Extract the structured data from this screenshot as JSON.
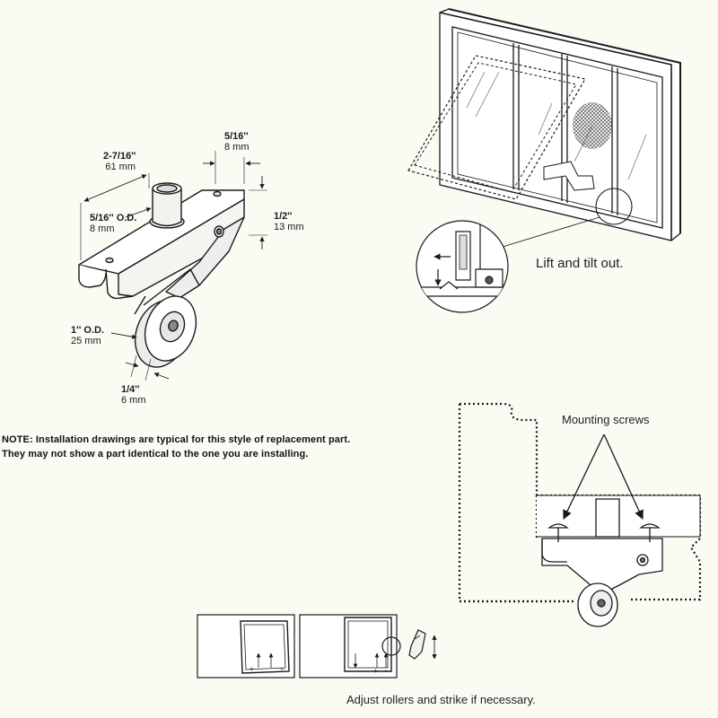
{
  "dimensions": {
    "overall_length": {
      "imperial": "2-7/16''",
      "metric": "61 mm"
    },
    "post_offset": {
      "imperial": "5/16''",
      "metric": "8 mm"
    },
    "post_od": {
      "imperial": "5/16'' O.D.",
      "metric": "8 mm"
    },
    "bracket_height": {
      "imperial": "1/2''",
      "metric": "13 mm"
    },
    "wheel_od": {
      "imperial": "1'' O.D.",
      "metric": "25 mm"
    },
    "wheel_width": {
      "imperial": "1/4''",
      "metric": "6 mm"
    }
  },
  "note": {
    "line1": "NOTE: Installation drawings are typical for this style of replacement part.",
    "line2": "They may not show a part identical to the one you are installing."
  },
  "captions": {
    "lift_tilt": "Lift and tilt out.",
    "mounting_screws": "Mounting screws",
    "adjust": "Adjust rollers and strike if necessary."
  },
  "colors": {
    "background": "#fbfaf3",
    "ink": "#1a1a1a",
    "panel_fill": "#f0efe8"
  }
}
